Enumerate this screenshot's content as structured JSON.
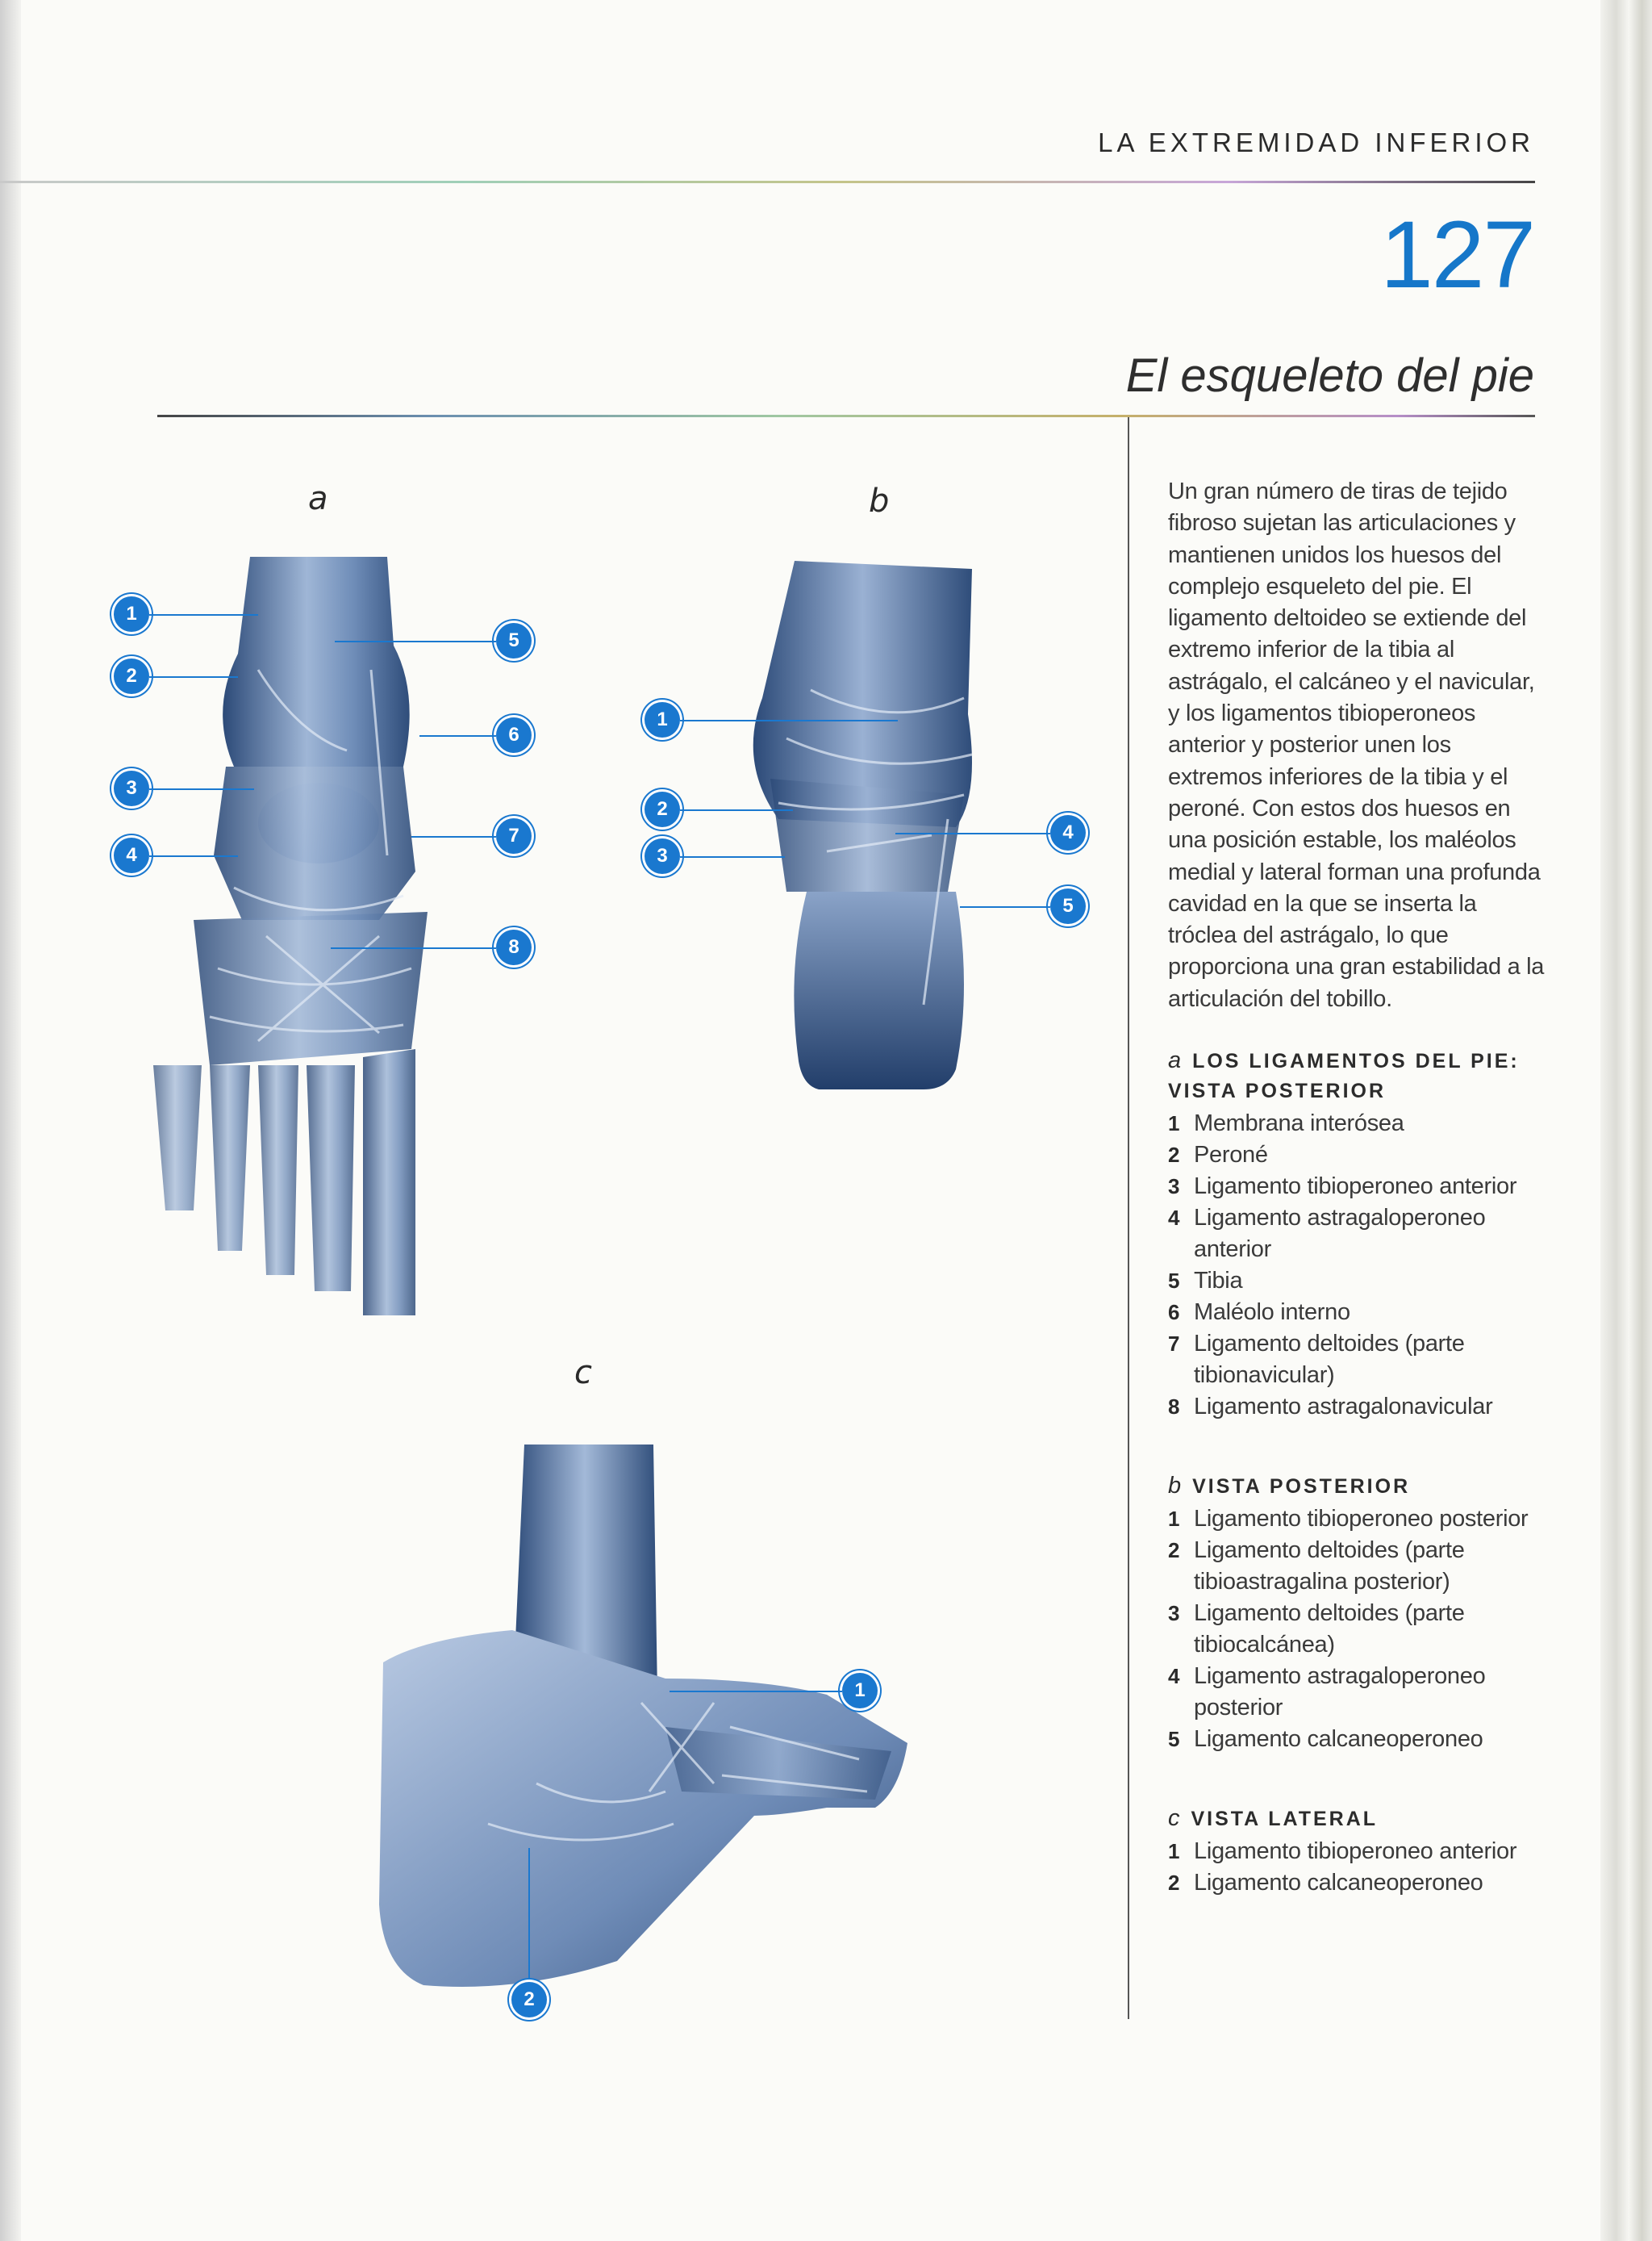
{
  "header": {
    "running_head": "LA EXTREMIDAD INFERIOR",
    "page_number": "127",
    "chapter_title": "El esqueleto del pie"
  },
  "figures": {
    "a": {
      "label": "a",
      "callouts": [
        "1",
        "2",
        "3",
        "4",
        "5",
        "6",
        "7",
        "8"
      ]
    },
    "b": {
      "label": "b",
      "callouts": [
        "1",
        "2",
        "3",
        "4",
        "5"
      ]
    },
    "c": {
      "label": "c",
      "callouts": [
        "1",
        "2"
      ]
    }
  },
  "sidebar": {
    "intro": "Un gran número de tiras de tejido fibroso sujetan las articulaciones y mantienen unidos los huesos del complejo esqueleto del pie. El ligamento deltoideo se extiende del extremo inferior de la tibia al astrágalo, el calcáneo y el navicular, y los ligamentos tibioperoneos anterior y posterior unen los extremos inferiores de la tibia y el peroné. Con estos dos huesos en una posición estable, los maléolos medial y lateral forman una profunda cavidad en la que se inserta la tróclea del astrágalo, lo que proporciona una gran estabilidad a la articulación del tobillo.",
    "legends": [
      {
        "letter": "a",
        "heading": "LOS LIGAMENTOS DEL PIE: VISTA POSTERIOR",
        "items": [
          {
            "num": "1",
            "text": "Membrana interósea"
          },
          {
            "num": "2",
            "text": "Peroné"
          },
          {
            "num": "3",
            "text": "Ligamento tibioperoneo anterior"
          },
          {
            "num": "4",
            "text": "Ligamento astragaloperoneo anterior"
          },
          {
            "num": "5",
            "text": "Tibia"
          },
          {
            "num": "6",
            "text": "Maléolo interno"
          },
          {
            "num": "7",
            "text": "Ligamento deltoides (parte tibionavicular)"
          },
          {
            "num": "8",
            "text": "Ligamento astragalonavicular"
          }
        ]
      },
      {
        "letter": "b",
        "heading": "VISTA POSTERIOR",
        "items": [
          {
            "num": "1",
            "text": "Ligamento tibioperoneo posterior"
          },
          {
            "num": "2",
            "text": "Ligamento deltoides (parte tibioastragalina posterior)"
          },
          {
            "num": "3",
            "text": "Ligamento deltoides (parte tibiocalcánea)"
          },
          {
            "num": "4",
            "text": "Ligamento astragaloperoneo posterior"
          },
          {
            "num": "5",
            "text": "Ligamento calcaneoperoneo"
          }
        ]
      },
      {
        "letter": "c",
        "heading": "VISTA LATERAL",
        "items": [
          {
            "num": "1",
            "text": "Ligamento tibioperoneo anterior"
          },
          {
            "num": "2",
            "text": "Ligamento calcaneoperoneo"
          }
        ]
      }
    ]
  },
  "colors": {
    "accent": "#1a78cf",
    "illustration": "#4a6c9a"
  }
}
